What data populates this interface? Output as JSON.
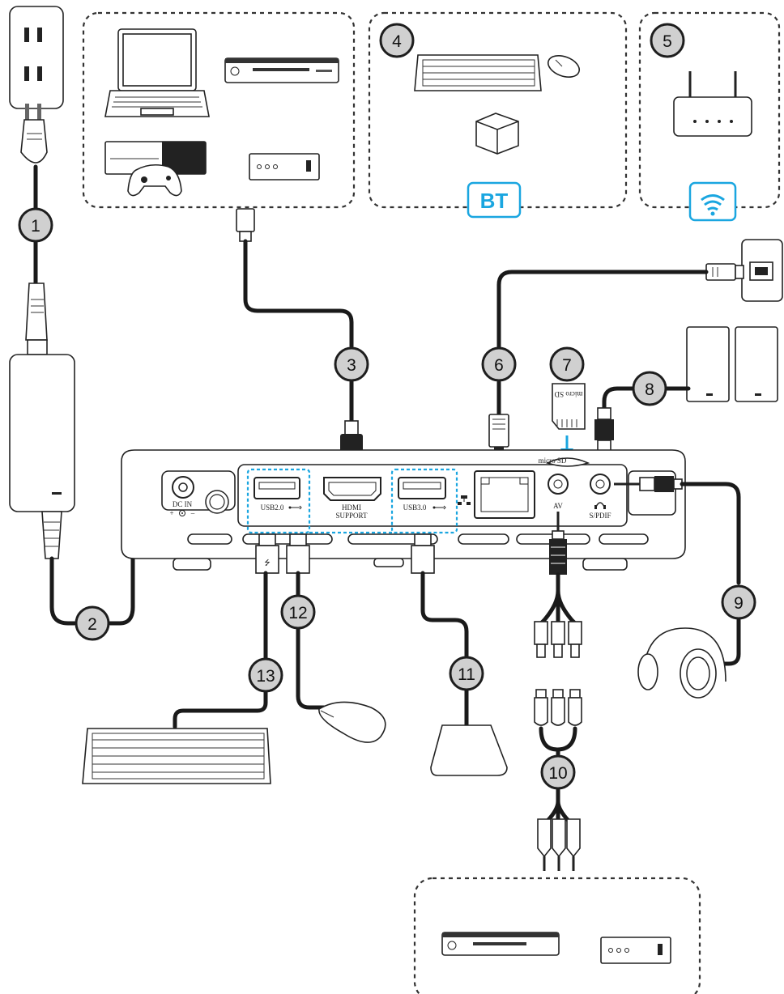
{
  "callouts": [
    "1",
    "2",
    "3",
    "4",
    "5",
    "6",
    "7",
    "8",
    "9",
    "10",
    "11",
    "12",
    "13"
  ],
  "ports": {
    "dc_in": "DC IN",
    "usb20": "USB2.0",
    "hdmi_line1": "HDMI",
    "hdmi_line2": "SUPPORT",
    "usb30": "USB3.0",
    "micro_sd": "micro SD",
    "av": "AV",
    "spdif": "S/PDIF",
    "card_text": "micro SD"
  },
  "badges": {
    "bluetooth": "BT"
  },
  "icons": {
    "wifi": "wifi-icon",
    "usb": "usb-icon",
    "lan": "lan-icon",
    "headphone": "headphone-icon",
    "dc_polarity": "dc-polarity-icon"
  },
  "colors": {
    "accent_blue": "#1aa6e0",
    "rca_red": "#e0201c",
    "rca_white": "#ffffff",
    "rca_yellow": "#f3e61b",
    "callout_fill": "#d0d0d0"
  }
}
